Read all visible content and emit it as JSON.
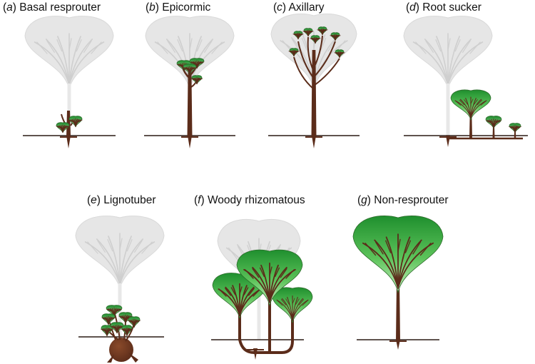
{
  "panels": [
    {
      "id": "a",
      "letter": "a",
      "text": "Basal resprouter"
    },
    {
      "id": "b",
      "letter": "b",
      "text": "Epicormic"
    },
    {
      "id": "c",
      "letter": "c",
      "text": "Axillary"
    },
    {
      "id": "d",
      "letter": "d",
      "text": "Root sucker"
    },
    {
      "id": "e",
      "letter": "e",
      "text": "Lignotuber"
    },
    {
      "id": "f",
      "letter": "f",
      "text": "Woody rhizomatous"
    },
    {
      "id": "g",
      "letter": "g",
      "text": "Non-resprouter"
    }
  ],
  "colors": {
    "ghost_canopy": "#e6e6e6",
    "ghost_branch": "#cfcfcf",
    "trunk": "#5b2c1a",
    "leaf_dark": "#1f8f2e",
    "leaf_light": "#c8f0c0",
    "ground": "#2a1a14"
  }
}
